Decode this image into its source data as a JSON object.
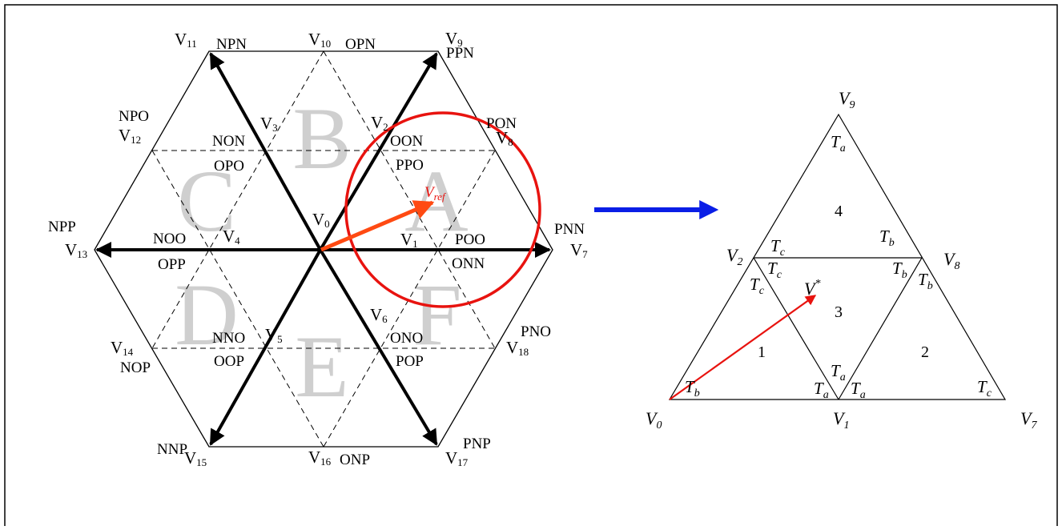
{
  "colors": {
    "accent_red": "#e8130f",
    "vref_arrow": "#ff4a12",
    "transition_arrow": "#0a1ee6",
    "sector_letters": "#cfcfcf"
  },
  "hexagon": {
    "sectors": {
      "A": "A",
      "B": "B",
      "C": "C",
      "D": "D",
      "E": "E",
      "F": "F"
    },
    "vectors": {
      "v0": {
        "main": "V",
        "sub": "0"
      },
      "v1": {
        "main": "V",
        "sub": "1"
      },
      "v2": {
        "main": "V",
        "sub": "2"
      },
      "v3": {
        "main": "V",
        "sub": "3"
      },
      "v4": {
        "main": "V",
        "sub": "4"
      },
      "v5": {
        "main": "V",
        "sub": "5"
      },
      "v6": {
        "main": "V",
        "sub": "6"
      },
      "v7": {
        "main": "V",
        "sub": "7"
      },
      "v8": {
        "main": "V",
        "sub": "8"
      },
      "v9": {
        "main": "V",
        "sub": "9"
      },
      "v10": {
        "main": "V",
        "sub": "10"
      },
      "v11": {
        "main": "V",
        "sub": "11"
      },
      "v12": {
        "main": "V",
        "sub": "12"
      },
      "v13": {
        "main": "V",
        "sub": "13"
      },
      "v14": {
        "main": "V",
        "sub": "14"
      },
      "v15": {
        "main": "V",
        "sub": "15"
      },
      "v16": {
        "main": "V",
        "sub": "16"
      },
      "v17": {
        "main": "V",
        "sub": "17"
      },
      "v18": {
        "main": "V",
        "sub": "18"
      }
    },
    "states": {
      "npn": "NPN",
      "opn": "OPN",
      "ppn": "PPN",
      "npo": "NPO",
      "pon": "PON",
      "non": "NON",
      "opo": "OPO",
      "oon": "OON",
      "ppo": "PPO",
      "npp": "NPP",
      "pnn": "PNN",
      "noo": "NOO",
      "opp": "OPP",
      "poo": "POO",
      "onn": "ONN",
      "nno": "NNO",
      "oop": "OOP",
      "ono": "ONO",
      "pop": "POP",
      "pno": "PNO",
      "nop": "NOP",
      "nnp": "NNP",
      "onp": "ONP",
      "pnp": "PNP"
    },
    "vref": {
      "main": "V",
      "sub": "ref"
    }
  },
  "triangle": {
    "vertices": {
      "v9": {
        "main": "V",
        "sub": "9"
      },
      "v2": {
        "main": "V",
        "sub": "2"
      },
      "v8": {
        "main": "V",
        "sub": "8"
      },
      "v0": {
        "main": "V",
        "sub": "0"
      },
      "v1": {
        "main": "V",
        "sub": "1"
      },
      "v7": {
        "main": "V",
        "sub": "7"
      }
    },
    "regions": {
      "r1": "1",
      "r2": "2",
      "r3": "3",
      "r4": "4"
    },
    "times": {
      "T": "T",
      "a": "a",
      "b": "b",
      "c": "c"
    },
    "vstar": {
      "main": "V",
      "sup": "*"
    }
  }
}
